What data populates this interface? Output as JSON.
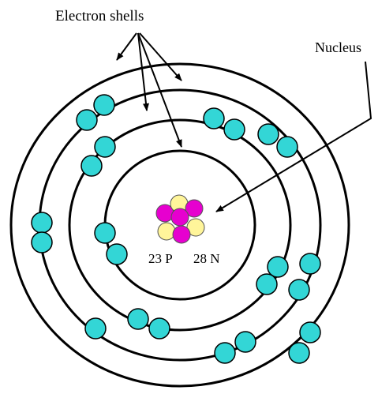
{
  "labels": {
    "electron_shells": "Electron shells",
    "nucleus": "Nucleus",
    "protons": "23 P",
    "neutrons": "28 N"
  },
  "colors": {
    "electron": "#33d6d6",
    "proton": "#e600cf",
    "neutron": "#fff59a",
    "line": "#000000"
  }
}
